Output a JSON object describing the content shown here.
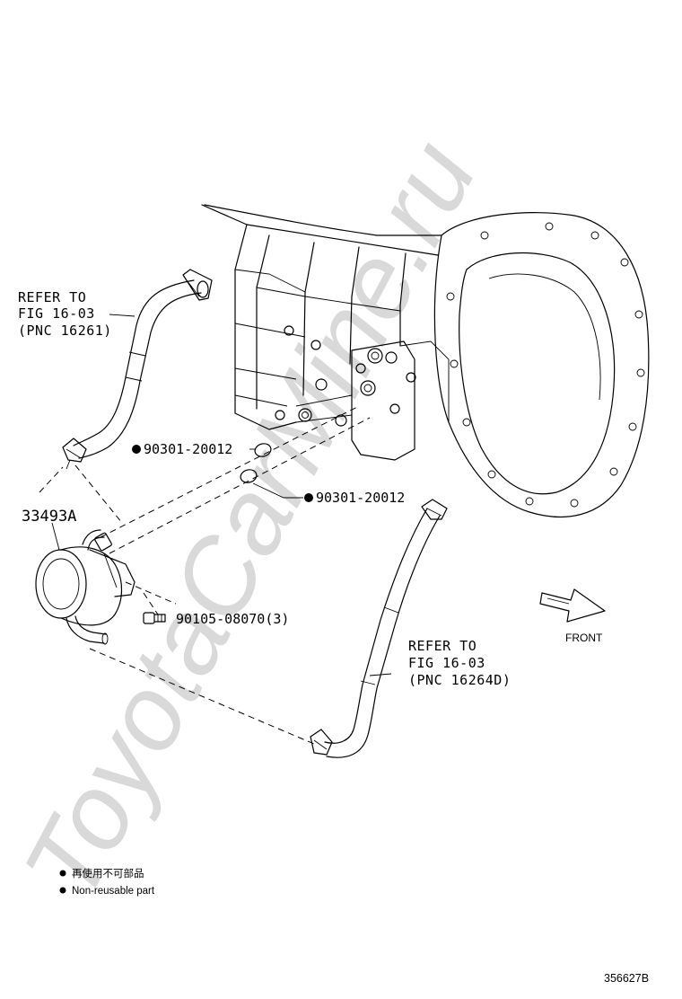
{
  "watermark": "ToyotaCarMine.ru",
  "callouts": {
    "refer_top": [
      "REFER TO",
      "FIG 16-03",
      "(PNC 16261)"
    ],
    "refer_bottom": [
      "REFER TO",
      "FIG 16-03",
      "(PNC 16264D)"
    ],
    "part_cooler": "33493A",
    "oring_upper": "90301-20012",
    "oring_lower": "90301-20012",
    "bolt": "90105-08070(3)",
    "front": "FRONT"
  },
  "legend": {
    "jp": "再使用不可部品",
    "en": "Non-reusable part"
  },
  "figure_id": "356627B"
}
